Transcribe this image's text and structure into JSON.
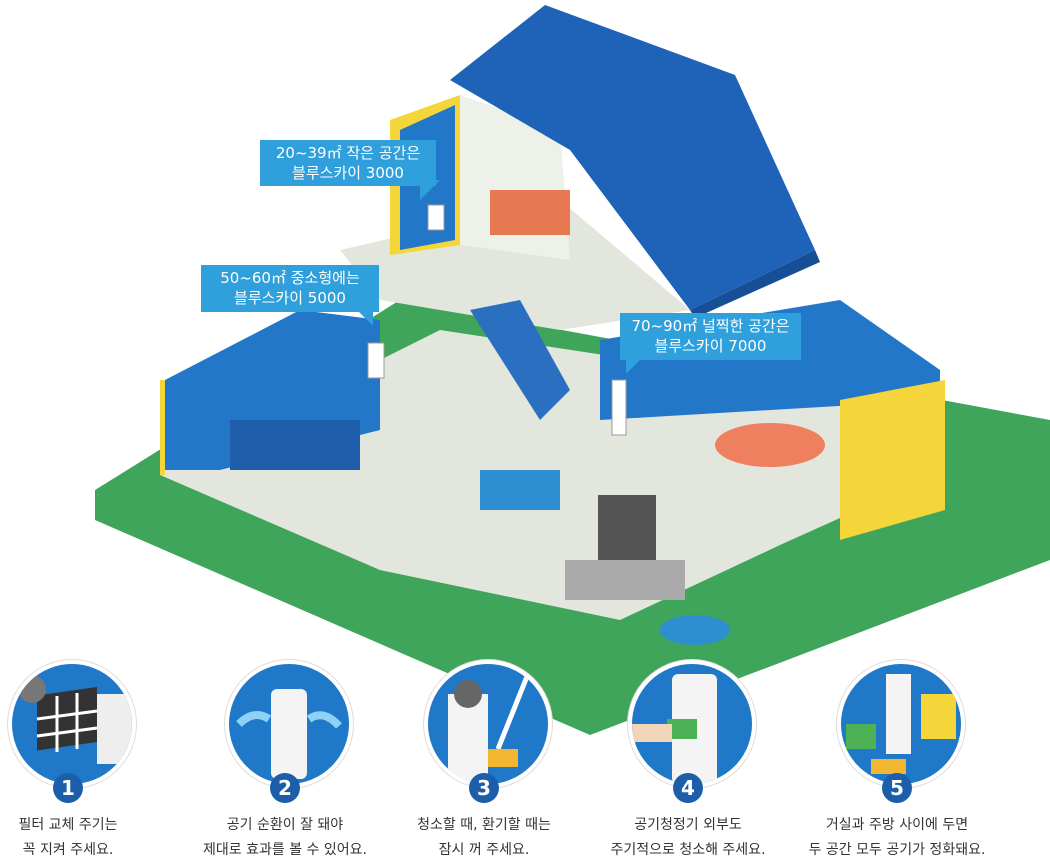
{
  "callouts": [
    {
      "line1": "20~39㎡ 작은 공간은",
      "line2": "블루스카이 3000"
    },
    {
      "line1": "50~60㎡ 중소형에는",
      "line2": "블루스카이 5000"
    },
    {
      "line1": "70~90㎡ 널찍한 공간은",
      "line2": "블루스카이 7000"
    }
  ],
  "tips": [
    {
      "number": "1",
      "line1": "필터 교체 주기는",
      "line2": "꼭 지켜 주세요.",
      "icon": "filter-replace-icon"
    },
    {
      "number": "2",
      "line1": "공기 순환이 잘 돼야",
      "line2": "제대로 효과를 볼 수 있어요.",
      "icon": "air-circulation-icon"
    },
    {
      "number": "3",
      "line1": "청소할 때, 환기할 때는",
      "line2": "잠시 꺼 주세요.",
      "icon": "power-off-icon"
    },
    {
      "number": "4",
      "line1": "공기청정기 외부도",
      "line2": "주기적으로 청소해 주세요.",
      "icon": "wipe-clean-icon"
    },
    {
      "number": "5",
      "line1": "거실과 주방 사이에 두면",
      "line2": "두 공간 모두 공기가 정화돼요.",
      "icon": "placement-icon"
    }
  ],
  "colors": {
    "roof": "#1f63b8",
    "wall_yellow": "#f4d53a",
    "wall_blue": "#2377c9",
    "ground": "#3fa55a",
    "floor": "#e3e6dc",
    "callout": "#2fa0dc",
    "badge": "#1c5ea9"
  }
}
